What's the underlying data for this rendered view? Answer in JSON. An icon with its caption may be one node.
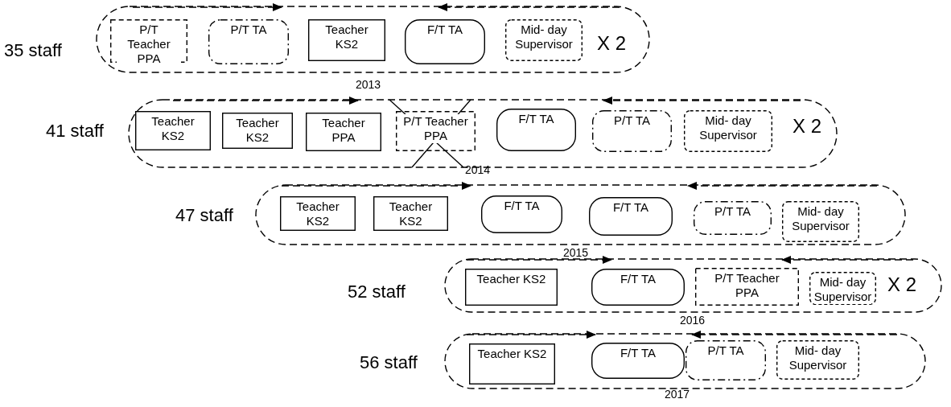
{
  "diagram": {
    "nodes": [
      {
        "text": [
          "35 staff",
          "X 2"
        ],
        "beside": [
          "2013"
        ]
      },
      {
        "text": [
          "P/T Teacher PPA"
        ],
        "in": 0
      },
      {
        "text": [
          "P/T TA"
        ],
        "in": 0
      },
      {
        "text": [
          "Teacher KS2"
        ],
        "in": 0
      },
      {
        "text": [
          "F/T TA"
        ],
        "in": 0
      },
      {
        "text": [
          "Mid- day Supervisor"
        ],
        "in": 0
      },
      {
        "text": [
          "41 staff",
          "X 2"
        ],
        "beside": [
          "2014"
        ]
      },
      {
        "text": [
          "Teacher KS2"
        ],
        "in": 6
      },
      {
        "text": [
          "Teacher KS2"
        ],
        "in": 6
      },
      {
        "text": [
          "Teacher PPA"
        ],
        "in": 6
      },
      {
        "text": [
          "P/T Teacher PPA"
        ],
        "in": 6
      },
      {
        "text": [
          "F/T TA"
        ],
        "in": 6
      },
      {
        "text": [
          "P/T TA"
        ],
        "in": 6
      },
      {
        "text": [
          "Mid- day Supervisor"
        ],
        "in": 6
      },
      {
        "text": [
          "47 staff"
        ],
        "beside": [
          "2015"
        ]
      },
      {
        "text": [
          "Teacher KS2"
        ],
        "in": 14
      },
      {
        "text": [
          "Teacher KS2"
        ],
        "in": 14
      },
      {
        "text": [
          "F/T TA"
        ],
        "in": 14
      },
      {
        "text": [
          "F/T TA"
        ],
        "in": 14
      },
      {
        "text": [
          "P/T TA"
        ],
        "in": 14
      },
      {
        "text": [
          "Mid- day Supervisor"
        ],
        "in": 14
      },
      {
        "text": [
          "52 staff",
          "X 2"
        ],
        "beside": [
          "2016"
        ]
      },
      {
        "text": [
          "Teacher KS2"
        ],
        "in": 21
      },
      {
        "text": [
          "F/T TA"
        ],
        "in": 21
      },
      {
        "text": [
          "P/T Teacher PPA"
        ],
        "in": 21
      },
      {
        "text": [
          "Mid- day Supervisor"
        ],
        "in": 21
      },
      {
        "text": [
          "56 staff"
        ],
        "beside": [
          "2017"
        ]
      },
      {
        "text": [
          "Teacher KS2"
        ],
        "in": 26
      },
      {
        "text": [
          "F/T TA"
        ],
        "in": 26
      },
      {
        "text": [
          "P/T TA"
        ],
        "in": 26
      },
      {
        "text": [
          "Mid- day Supervisor"
        ],
        "in": 26
      }
    ]
  }
}
